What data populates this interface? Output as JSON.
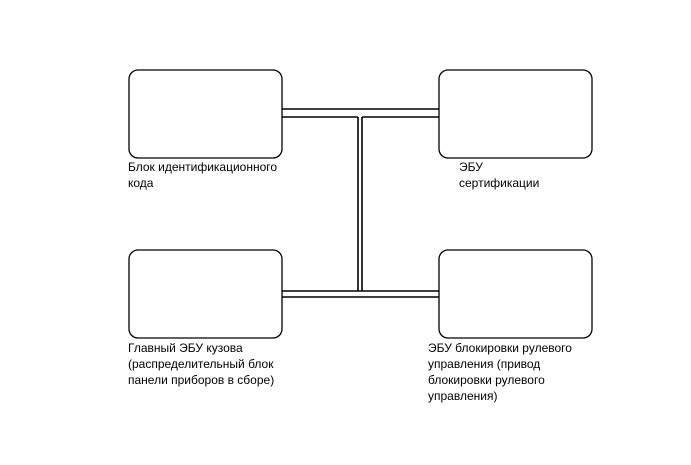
{
  "colors": {
    "line": "#000000",
    "background": "#ffffff"
  },
  "nodes": [
    {
      "id": "id-code-box",
      "label": "Блок идентификационного\nкода"
    },
    {
      "id": "certification-ecu",
      "label": "ЭБУ\nсертификации"
    },
    {
      "id": "main-body-ecu",
      "label": "Главный ЭБУ кузова\n(распределительный блок\nпанели приборов в сборе)"
    },
    {
      "id": "steering-lock-ecu",
      "label": "ЭБУ блокировки рулевого\nуправления (привод\nблокировки рулевого\nуправления)"
    }
  ],
  "connections": [
    {
      "from": "id-code-box",
      "to": "certification-ecu",
      "type": "bus"
    },
    {
      "from": "main-body-ecu",
      "to": "steering-lock-ecu",
      "type": "bus"
    }
  ]
}
